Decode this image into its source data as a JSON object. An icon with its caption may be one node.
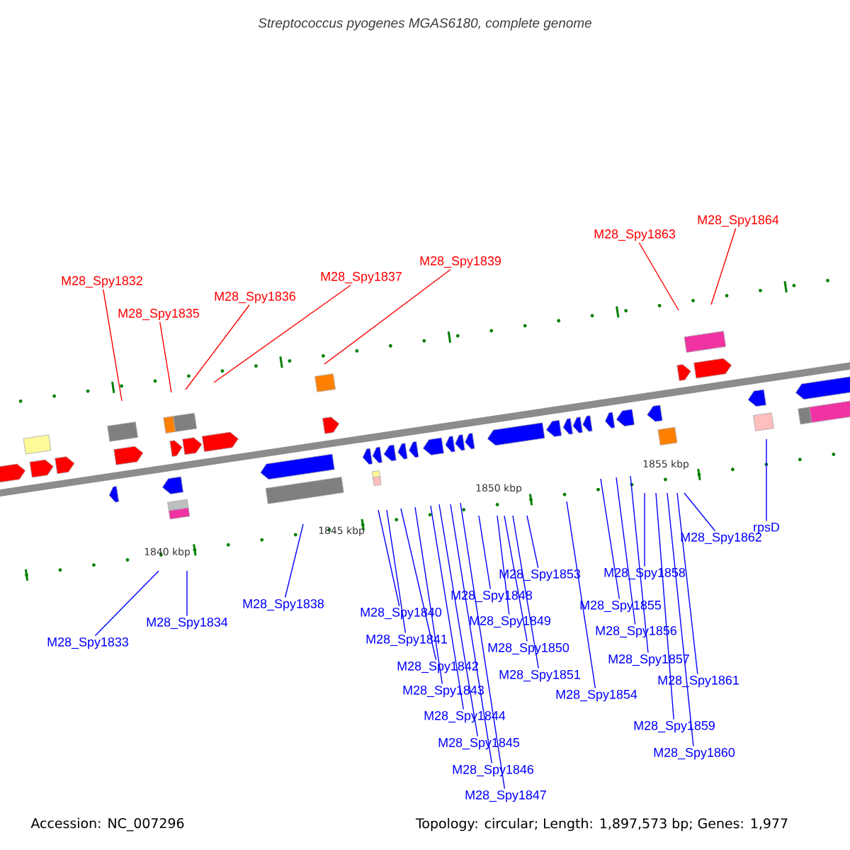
{
  "diagram": {
    "title": "Streptococcus pyogenes MGAS6180, complete genome",
    "nodes": [
      {
        "text": [
          "M28_Spy1832"
        ]
      },
      {
        "text": [
          "M28_Spy1833"
        ]
      },
      {
        "text": [
          "M28_Spy1834"
        ]
      },
      {
        "text": [
          "M28_Spy1835"
        ]
      },
      {
        "text": [
          "M28_Spy1836"
        ]
      },
      {
        "text": [
          "M28_Spy1837"
        ]
      },
      {
        "text": [
          "M28_Spy1838"
        ]
      },
      {
        "text": [
          "M28_Spy1839"
        ]
      },
      {
        "text": [
          "M28_Spy1840"
        ]
      },
      {
        "text": [
          "M28_Spy1841"
        ]
      },
      {
        "text": [
          "M28_Spy1842"
        ]
      },
      {
        "text": [
          "M28_Spy1843"
        ]
      },
      {
        "text": [
          "M28_Spy1844"
        ]
      },
      {
        "text": [
          "M28_Spy1845"
        ]
      },
      {
        "text": [
          "M28_Spy1846"
        ]
      },
      {
        "text": [
          "M28_Spy1847"
        ]
      },
      {
        "text": [
          "M28_Spy1848"
        ]
      },
      {
        "text": [
          "M28_Spy1849"
        ]
      },
      {
        "text": [
          "M28_Spy1850"
        ]
      },
      {
        "text": [
          "M28_Spy1851"
        ]
      },
      {
        "text": [
          "M28_Spy1853"
        ]
      },
      {
        "text": [
          "M28_Spy1854"
        ]
      },
      {
        "text": [
          "M28_Spy1855"
        ]
      },
      {
        "text": [
          "M28_Spy1856"
        ]
      },
      {
        "text": [
          "M28_Spy1857"
        ]
      },
      {
        "text": [
          "M28_Spy1858"
        ]
      },
      {
        "text": [
          "M28_Spy1859"
        ]
      },
      {
        "text": [
          "M28_Spy1860"
        ]
      },
      {
        "text": [
          "M28_Spy1861"
        ]
      },
      {
        "text": [
          "M28_Spy1862"
        ]
      },
      {
        "text": [
          "M28_Spy1863"
        ]
      },
      {
        "text": [
          "M28_Spy1864"
        ]
      },
      {
        "text": [
          "rpsD"
        ]
      }
    ],
    "edges": [
      {
        "from": 0,
        "to": null,
        "arrow": "none",
        "color": "#ff0000"
      },
      {
        "from": 1,
        "to": null,
        "arrow": "none"
      },
      {
        "from": 2,
        "to": null,
        "arrow": "none"
      },
      {
        "from": 3,
        "to": null,
        "arrow": "none",
        "color": "#ff0000"
      },
      {
        "from": 4,
        "to": null,
        "arrow": "none",
        "color": "#ff0000"
      },
      {
        "from": 5,
        "to": null,
        "arrow": "none",
        "color": "#ff0000"
      },
      {
        "from": 6,
        "to": null,
        "arrow": "none"
      },
      {
        "from": 7,
        "to": null,
        "arrow": "none",
        "color": "#ff0000"
      },
      {
        "from": 8,
        "to": null,
        "arrow": "none"
      },
      {
        "from": 9,
        "to": null,
        "arrow": "none"
      },
      {
        "from": 10,
        "to": null,
        "arrow": "none"
      },
      {
        "from": 11,
        "to": null,
        "arrow": "none"
      },
      {
        "from": 12,
        "to": null,
        "arrow": "none"
      },
      {
        "from": 13,
        "to": null,
        "arrow": "none"
      },
      {
        "from": 14,
        "to": null,
        "arrow": "none"
      },
      {
        "from": 15,
        "to": null,
        "arrow": "none"
      },
      {
        "from": 16,
        "to": null,
        "arrow": "none"
      },
      {
        "from": 17,
        "to": null,
        "arrow": "none"
      },
      {
        "from": 18,
        "to": null,
        "arrow": "none"
      },
      {
        "from": 19,
        "to": null,
        "arrow": "none"
      },
      {
        "from": 20,
        "to": null,
        "arrow": "none"
      },
      {
        "from": 21,
        "to": null,
        "arrow": "none"
      },
      {
        "from": 22,
        "to": null,
        "arrow": "none"
      },
      {
        "from": 23,
        "to": null,
        "arrow": "none"
      },
      {
        "from": 24,
        "to": null,
        "arrow": "none"
      },
      {
        "from": 25,
        "to": null,
        "arrow": "none"
      },
      {
        "from": 26,
        "to": null,
        "arrow": "none"
      },
      {
        "from": 27,
        "to": null,
        "arrow": "none"
      },
      {
        "from": 28,
        "to": null,
        "arrow": "none"
      },
      {
        "from": 29,
        "to": null,
        "arrow": "none"
      },
      {
        "from": 30,
        "to": null,
        "arrow": "none",
        "color": "#ff0000"
      },
      {
        "from": 31,
        "to": null,
        "arrow": "none",
        "color": "#ff0000"
      },
      {
        "from": 32,
        "to": null,
        "arrow": "none"
      }
    ],
    "labels": [
      "1840 kbp",
      "1845 kbp",
      "1850 kbp",
      "1855 kbp",
      "Accession: NC_007296",
      "Topology: circular; Length: 1,897,573 bp; Genes: 1,977"
    ]
  }
}
